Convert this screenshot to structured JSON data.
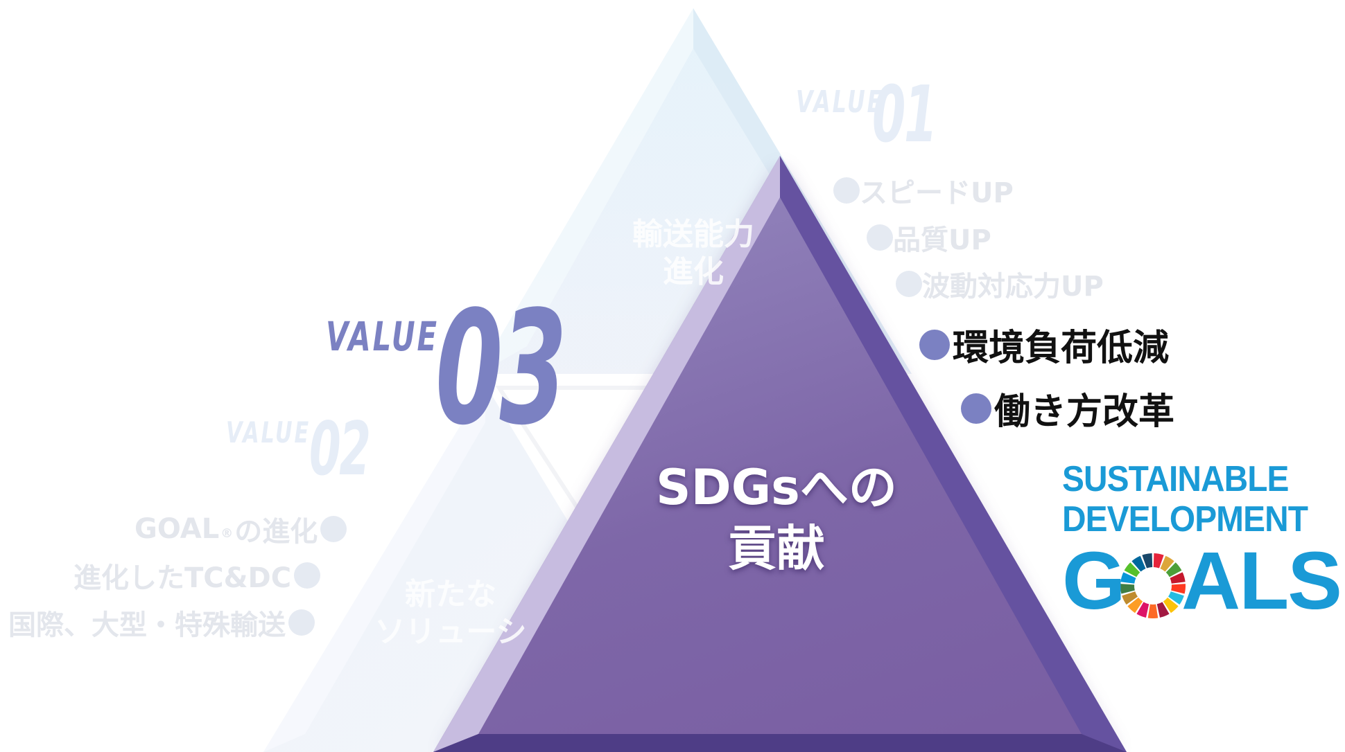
{
  "value01": {
    "label": "VALUE",
    "number": "01",
    "items": [
      "スピードUP",
      "品質UP",
      "波動対応力UP"
    ],
    "triangle_text": [
      "輸送能力",
      "進化"
    ]
  },
  "value02": {
    "label": "VALUE",
    "number": "02",
    "items": [
      "GOAL",
      "の進化",
      "進化したTC&DC",
      "国際、大型・特殊輸送"
    ],
    "registered_mark": "®",
    "triangle_text": [
      "新たな",
      "ソリューシ"
    ]
  },
  "value03": {
    "label": "VALUE",
    "number": "03",
    "items": [
      "環境負荷低減",
      "働き方改革"
    ],
    "center_title": [
      "SDGsへの",
      "貢献"
    ]
  },
  "sdgs_logo": {
    "line1": "SUSTAINABLE",
    "line2": "DEVELOPMENT",
    "goals_g": "G",
    "goals_rest": "ALS",
    "wheel_colors": [
      "#e5243b",
      "#dda63a",
      "#4c9f38",
      "#c5192d",
      "#ff3a21",
      "#26bde2",
      "#fcc30b",
      "#a21942",
      "#fd6925",
      "#dd1367",
      "#fd9d24",
      "#bf8b2e",
      "#3f7e44",
      "#0a97d9",
      "#56c02b",
      "#00689d",
      "#19486a"
    ]
  },
  "colors": {
    "value_accent": "#7b81c2",
    "center_triangle": "#7e67a7",
    "faded_triangle": "#dfeef8",
    "sdg_blue": "#1a9ad6"
  }
}
